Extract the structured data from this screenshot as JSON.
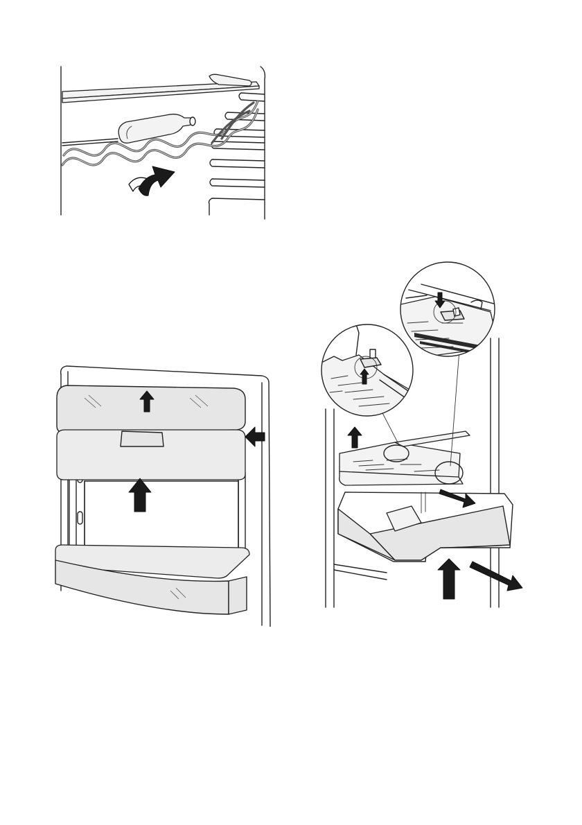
{
  "figures": [
    {
      "id": "bottle-rack",
      "arrows": [
        "curved-up-arrow"
      ]
    },
    {
      "id": "freezer-drawer",
      "arrows": [
        "up-arrow-top",
        "up-arrow-middle",
        "left-arrow-side"
      ]
    },
    {
      "id": "crisper-drawer",
      "arrows": [
        "up-arrow-cover",
        "up-arrow-drawer",
        "pull-arrow-front",
        "pull-arrow-side",
        "up-arrow-detail",
        "down-arrow-detail"
      ]
    }
  ],
  "colors": {
    "line": "#222222",
    "panel": "#e6e6e6",
    "arrow": "#1a1a1a",
    "background": "#ffffff"
  }
}
